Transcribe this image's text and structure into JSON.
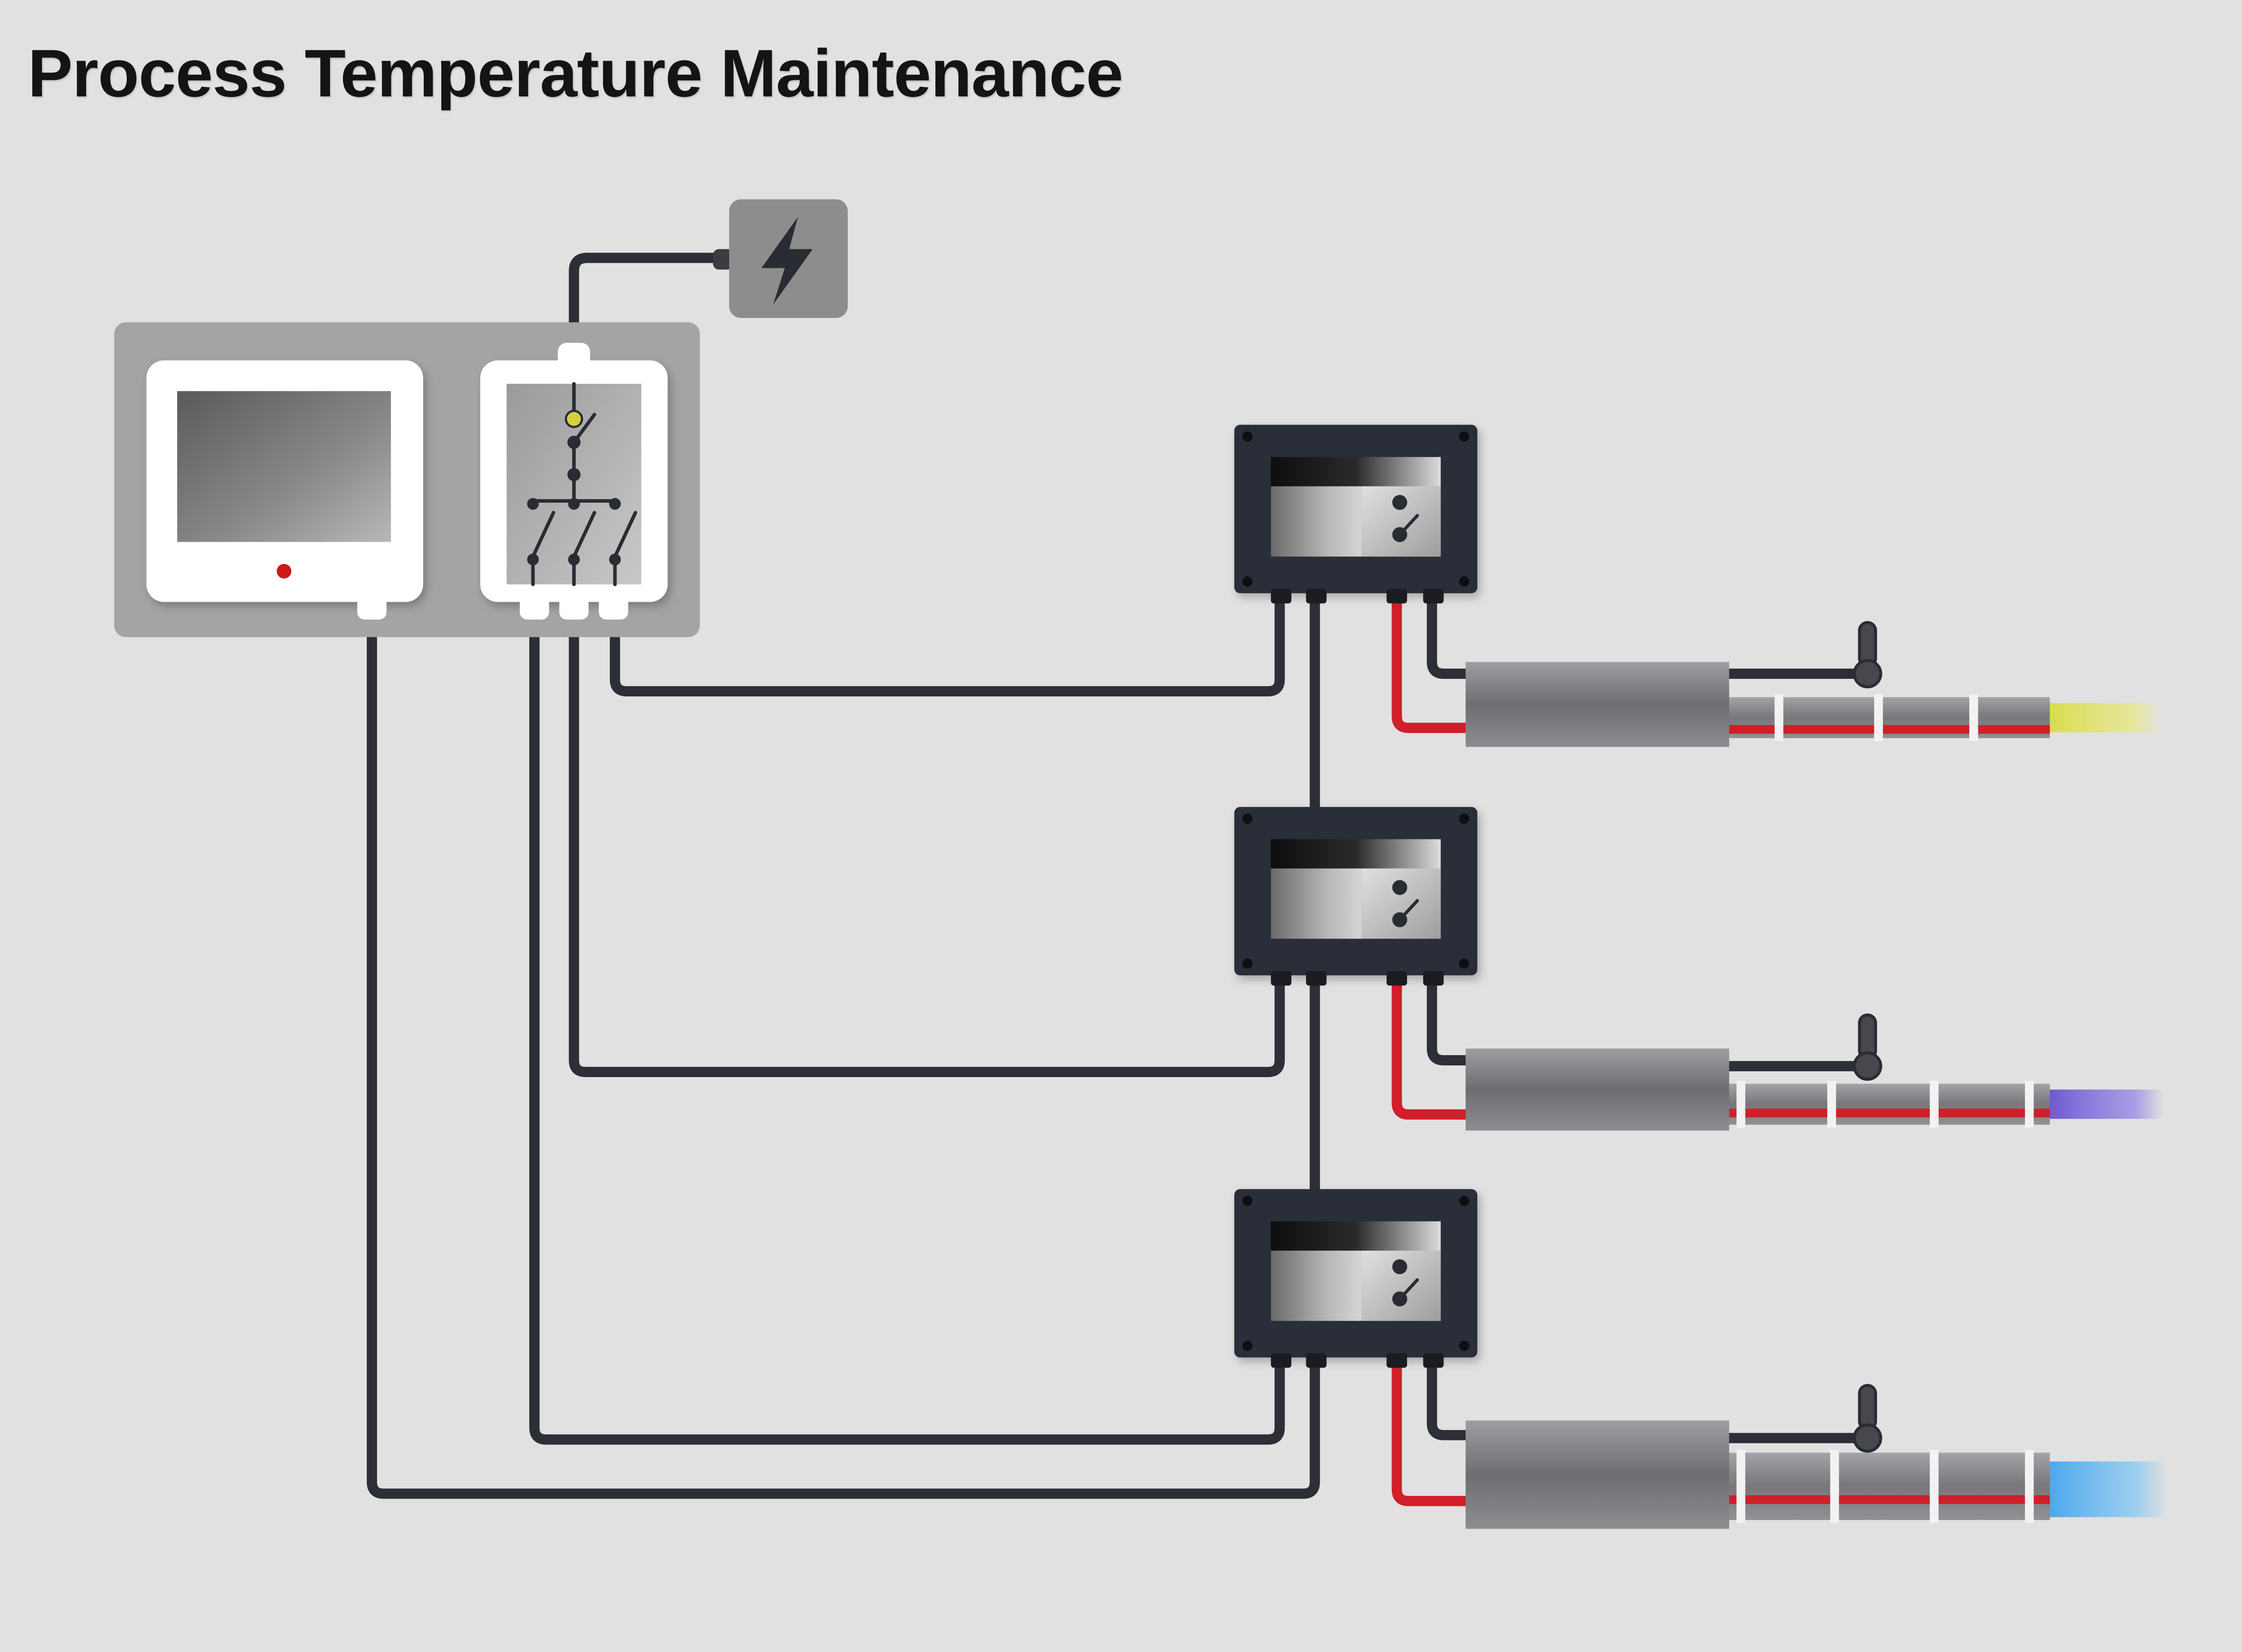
{
  "title": "Process Temperature Maintenance",
  "colors": {
    "background": "#e1e1e1",
    "signal_wire": "#2c2f35",
    "power_wire": "#d01f2a",
    "cabinet_panel": "#a4a4a4",
    "power_source": "#8d8d8d",
    "junction_box": "#2b2f37",
    "pipe": "#7e7f83",
    "status_led": "#cc1a1a",
    "busbar_indicator": "#d5d040",
    "pipe_contents": [
      "#d8dc4a",
      "#7b68d8",
      "#5aaee8"
    ]
  },
  "icons": {
    "power_source": "lightning-bolt-icon",
    "controller": "touchscreen-controller-icon",
    "distribution": "circuit-breaker-panel-icon",
    "junction_box": "relay-switch-icon",
    "sensor": "temperature-sensor-icon"
  },
  "circuits": [
    {
      "content": "yellow liquid"
    },
    {
      "content": "purple liquid"
    },
    {
      "content": "blue liquid"
    }
  ]
}
